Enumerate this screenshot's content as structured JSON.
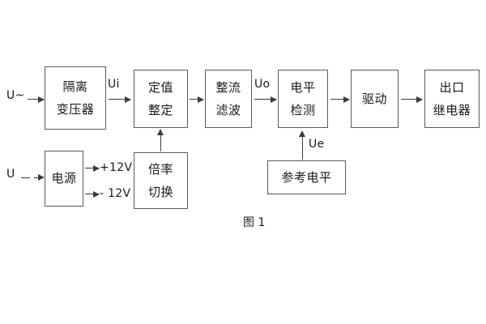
{
  "diagram": {
    "caption": "图 1",
    "blocks": [
      {
        "id": "isolation-transformer",
        "lines": [
          "隔离",
          "变压器"
        ]
      },
      {
        "id": "setpoint-setting",
        "lines": [
          "定值",
          "整定"
        ]
      },
      {
        "id": "rectify-filter",
        "lines": [
          "整流",
          "滤波"
        ]
      },
      {
        "id": "level-detection",
        "lines": [
          "电平",
          "检测"
        ]
      },
      {
        "id": "drive",
        "lines": [
          "驱动"
        ]
      },
      {
        "id": "output-relay",
        "lines": [
          "出口",
          "继电器"
        ]
      },
      {
        "id": "power-supply",
        "lines": [
          "电源"
        ]
      },
      {
        "id": "multiplier-switch",
        "lines": [
          "倍率",
          "切换"
        ]
      },
      {
        "id": "reference-level",
        "lines": [
          "参考电平"
        ]
      }
    ],
    "signals": {
      "input_ac": "U~",
      "input_dc": "U",
      "ui": "Ui",
      "uo": "Uo",
      "ue": "Ue",
      "rail_positive": "+12V",
      "rail_negative": "- 12V"
    }
  },
  "colors": {
    "background": "#ffffff",
    "box_border": "#5a5a5a",
    "line": "#3a3a3a",
    "text": "#1a1a1a"
  }
}
